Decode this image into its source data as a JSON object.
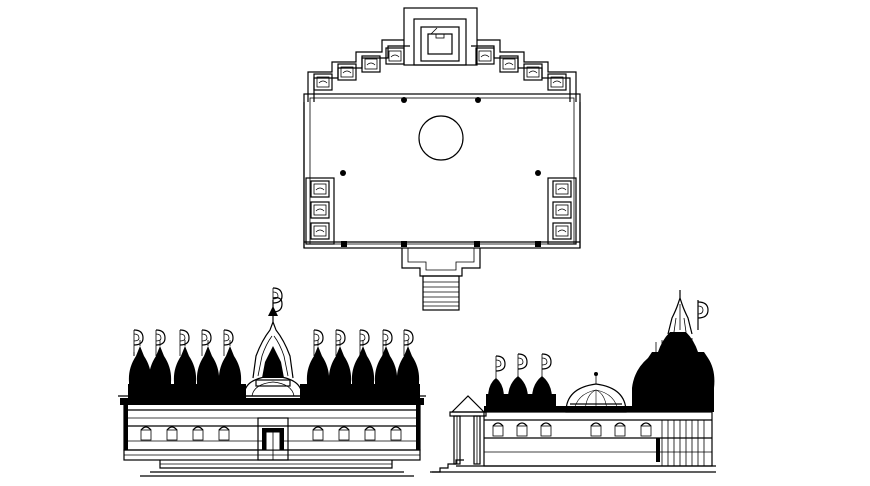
{
  "drawing": {
    "background": "#ffffff",
    "line_color": "#000000",
    "views": [
      {
        "name": "floor-plan"
      },
      {
        "name": "front-elevation"
      },
      {
        "name": "side-elevation"
      }
    ]
  }
}
